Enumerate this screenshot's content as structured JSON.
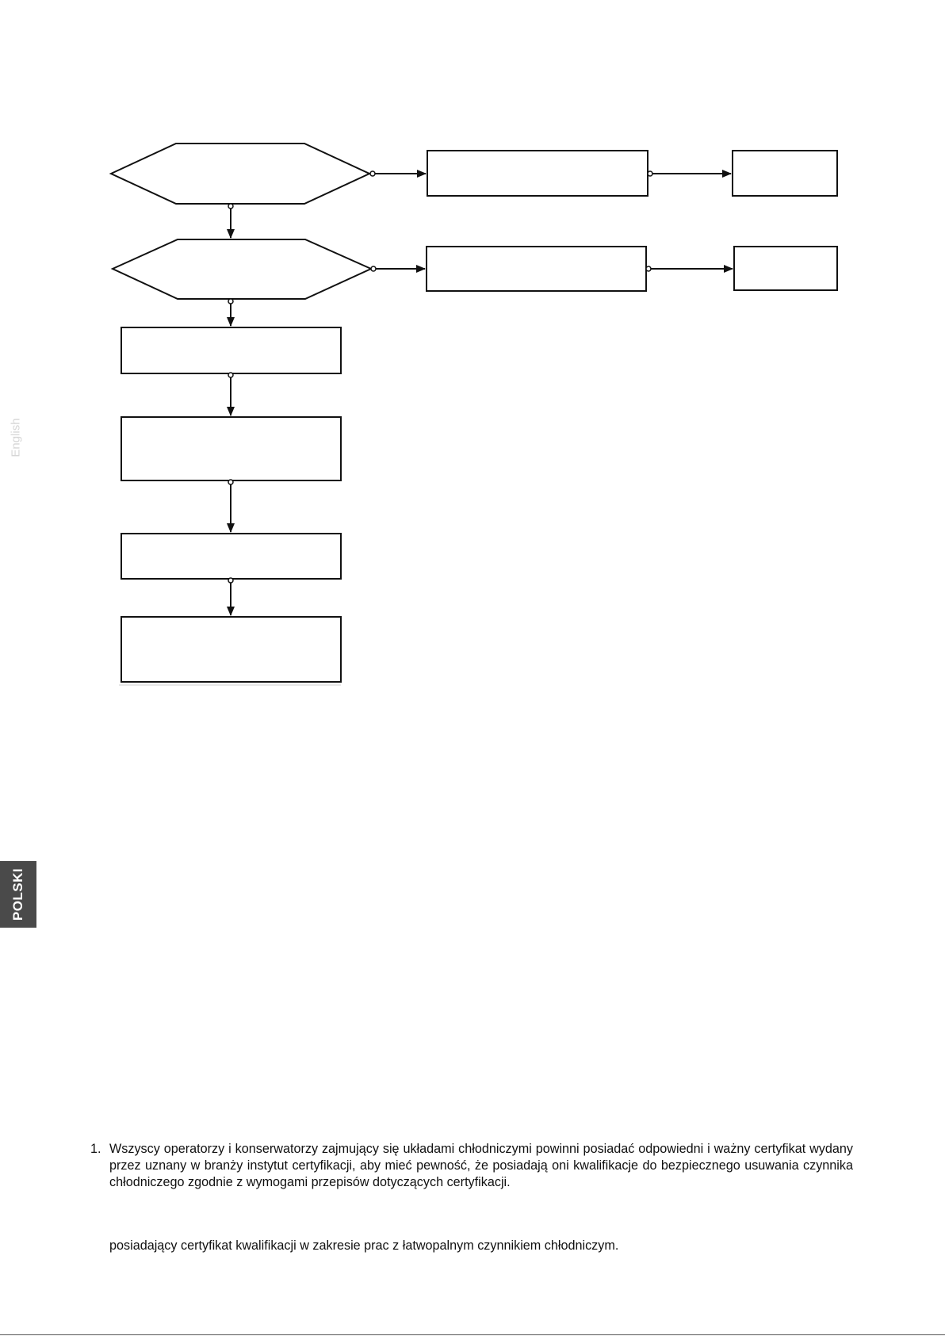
{
  "side_labels": {
    "english": "English",
    "polski": "POLSKI"
  },
  "flowchart": {
    "note": "All flowchart shapes are rendered without visible text.",
    "shape_count": 10
  },
  "notes": [
    {
      "number": "1.",
      "text": "Wszyscy operatorzy i konserwatorzy zajmujący się układami chłodniczymi powinni posiadać odpowiedni i ważny certyfikat wydany przez uznany w branży instytut certyfikacji, aby mieć pewność, że posiadają oni kwalifikacje do bezpiecznego usuwania czynnika chłodniczego zgodnie z wymogami przepisów dotyczących certyfikacji."
    },
    {
      "text": "posiadający certyfikat kwalifikacji w zakresie prac z łatwopalnym czynnikiem chłodniczym."
    }
  ]
}
